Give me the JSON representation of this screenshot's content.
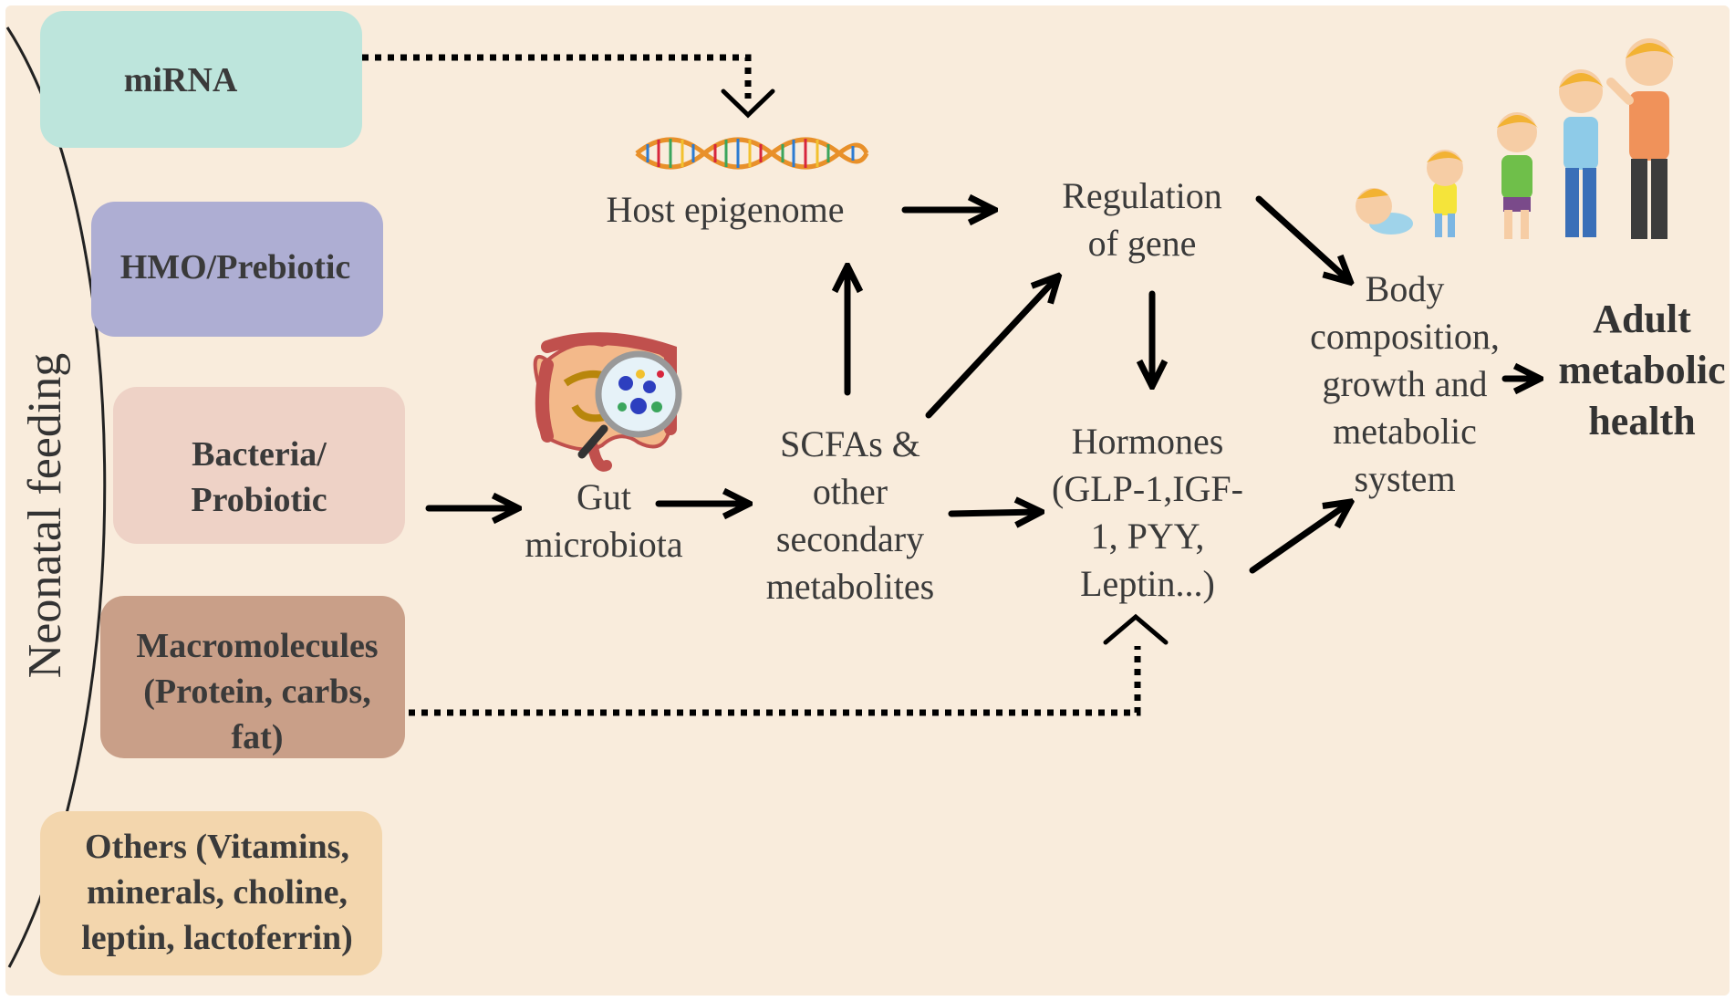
{
  "colors": {
    "background": "#f9ecdc",
    "mirna": "#bde5dc",
    "hmo": "#aeaed3",
    "bacteria": "#eed2c6",
    "macro": "#c99f88",
    "others": "#f3d6ad",
    "arrow": "#000000"
  },
  "side_label": "Neonatal feeding",
  "inputs": {
    "mirna": [
      "miRNA"
    ],
    "hmo": [
      "HMO/Prebiotic"
    ],
    "bacteria": [
      "Bacteria/",
      "Probiotic"
    ],
    "macro": [
      "Macromolecules",
      "(Protein, carbs,",
      "fat)"
    ],
    "others": [
      "Others (Vitamins,",
      "minerals, choline,",
      "leptin, lactoferrin)"
    ]
  },
  "nodes": {
    "gut": [
      "Gut",
      "microbiota"
    ],
    "scfa": [
      "SCFAs &",
      "other",
      "secondary",
      "metabolites"
    ],
    "epigenome": [
      "Host epigenome"
    ],
    "regulation": [
      "Regulation",
      "of gene"
    ],
    "hormones": [
      "Hormones",
      "(GLP-1,IGF-",
      "1, PYY,",
      "Leptin...)"
    ],
    "body": [
      "Body",
      "composition,",
      "growth and",
      "metabolic",
      "system"
    ],
    "outcome": [
      "Adult",
      "metabolic",
      "health"
    ]
  },
  "icons": [
    "dna-helix-icon",
    "intestine-magnifier-icon",
    "growing-children-icon"
  ]
}
